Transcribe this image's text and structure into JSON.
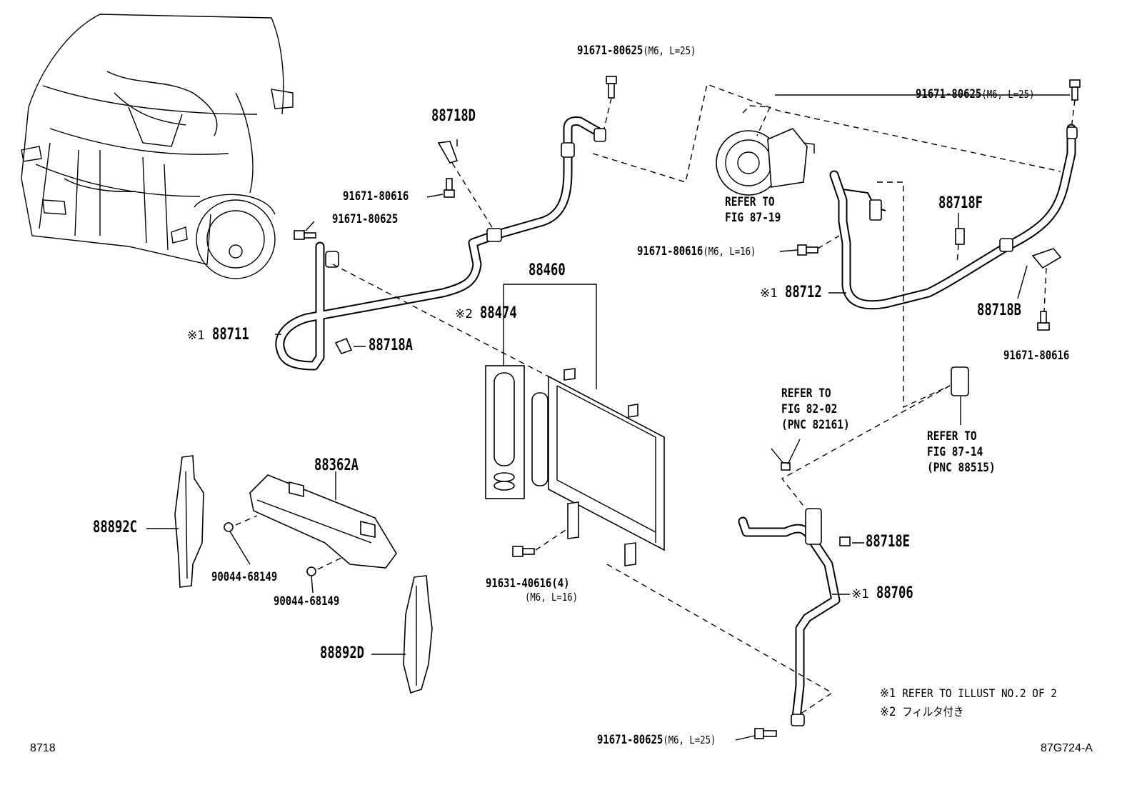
{
  "labels": {
    "bolt_top": "91671-80625",
    "bolt_top_spec": "(M6, L=25)",
    "bolt_right_top": "91671-80625",
    "bolt_right_top_spec": "(M6, L=25)",
    "p88718D": "88718D",
    "bolt_616_left": "91671-80616",
    "bolt_625_left": "91671-80625",
    "p88711": "88711",
    "p88718A": "88718A",
    "p88460": "88460",
    "p88474": "88474",
    "p88712": "88712",
    "p88718F": "88718F",
    "p88718B": "88718B",
    "bolt_616_right": "91671-80616",
    "bolt_616_mid": "91671-80616",
    "bolt_616_mid_spec": "(M6, L=16)",
    "p88362A": "88362A",
    "p88892C": "88892C",
    "p88892D": "88892D",
    "clip1": "90044-68149",
    "clip2": "90044-68149",
    "bolt_631": "91631-40616(4)",
    "bolt_631_spec": "(M6, L=16)",
    "p88718E": "88718E",
    "p88706": "88706",
    "bolt_bottom": "91671-80625",
    "bolt_bottom_spec": "(M6, L=25)"
  },
  "marks": {
    "m1": "※1",
    "m2": "※2"
  },
  "refs": {
    "ref_87_19": "REFER TO\nFIG 87-19",
    "ref_82_02": "REFER TO\nFIG 82-02\n(PNC 82161)",
    "ref_87_14": "REFER TO\nFIG 87-14\n(PNC 88515)"
  },
  "notes": {
    "note1_mark": "※1",
    "note1": "REFER TO ILLUST NO.2 OF 2",
    "note2_mark": "※2",
    "note2": "フィルタ付き"
  },
  "corner": {
    "left": "8718",
    "right": "87G724-A"
  }
}
